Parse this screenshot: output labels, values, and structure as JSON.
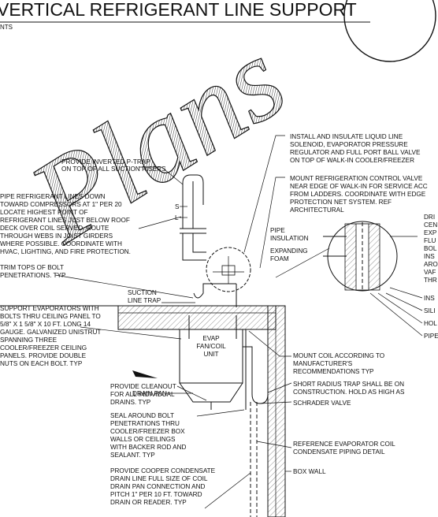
{
  "title": "VERTICAL REFRIGERANT LINE SUPPORT",
  "subtitle": "NTS",
  "watermark": "Plans",
  "labels": {
    "ptrap": [
      "PROVIDE INVERTED P-TRAP",
      "ON TOP OF ALL SUCTION RISERS"
    ],
    "pipe_lines": [
      "PIPE REFRIGERANT LINES DOWN",
      "TOWARD COMPRESSORS AT 1\" PER 20",
      "LOCATE HIGHEST POINT OF",
      "REFRIGERANT LINES JUST BELOW ROOF",
      "DECK OVER COIL SERVED. ROUTE",
      "THROUGH WEBS IN JOIST GIRDERS",
      "WHERE POSSIBLE. COORDINATE WITH",
      "HVAC, LIGHTING, AND FIRE PROTECTION."
    ],
    "bolt_tops": [
      "TRIM TOPS OF BOLT",
      "PENETRATIONS. TYP"
    ],
    "support_evap": [
      "SUPPORT EVAPORATORS WITH",
      "BOLTS THRU CEILING PANEL TO",
      "5/8\" X 1 5/8\" X 10 FT. LONG 14",
      "GAUGE. GALVANIZED UNISTRUT",
      "SPANNING THREE",
      "COOLER/FREEZER CEILING",
      "PANELS. PROVIDE DOUBLE",
      "NUTS ON EACH BOLT. TYP"
    ],
    "suction_trap": [
      "SUCTION",
      "LINE TRAP"
    ],
    "line_s": "S",
    "line_l": "L",
    "evap_unit": [
      "EVAP",
      "FAN/COIL",
      "UNIT"
    ],
    "drain_pan": "DRAIN PAN",
    "cleanout": [
      "PROVIDE CLEANOUT",
      "FOR ALL INDIVIDUAL",
      "DRAINS. TYP"
    ],
    "seal_bolt": [
      "SEAL AROUND BOLT",
      "PENETRATIONS THRU",
      "COOLER/FREEZER BOX",
      "WALLS OR CEILINGS",
      "WITH BACKER ROD AND",
      "SEALANT. TYP"
    ],
    "condensate": [
      "PROVIDE COOPER CONDENSATE",
      "DRAIN LINE FULL SIZE OF COIL",
      "DRAIN PAN CONNECTION AND",
      "PITCH 1\" PER 10 FT. TOWARD",
      "DRAIN OR READER. TYP"
    ],
    "install_liquid": [
      "INSTALL AND INSULATE LIQUID LINE",
      "SOLENOID, EVAPORATOR PRESSURE",
      "REGULATOR AND FULL PORT BALL VALVE",
      "ON TOP OF WALK-IN COOLER/FREEZER"
    ],
    "mount_control": [
      "MOUNT REFRIGERATION CONTROL VALVE",
      "NEAR EDGE OF WALK-IN FOR SERVICE ACC",
      "FROM LADDERS. COORDINATE WITH EDGE",
      "PROTECTION NET SYSTEM. REF",
      "ARCHITECTURAL"
    ],
    "pipe_insulation": [
      "PIPE",
      "INSULATION"
    ],
    "expanding_foam": [
      "EXPANDING",
      "FOAM"
    ],
    "right_detail": [
      "DRI",
      "CEN",
      "EXP",
      "FLU",
      "BOL",
      "INS",
      "ARO",
      "VAF",
      "THR"
    ],
    "ins": "INS",
    "sil": "SILI",
    "hol": "HOL",
    "pip": "PIPE",
    "mount_coil": [
      "MOUNT COIL ACCORDING TO",
      "MANUFACTURER'S",
      "RECOMMENDATIONS TYP"
    ],
    "short_radius": [
      "SHORT RADIUS TRAP SHALL BE ON",
      "CONSTRUCTION. HOLD AS HIGH AS"
    ],
    "schrader": "SCHRADER VALVE",
    "reference_evap": [
      "REFERENCE EVAPORATOR COIL",
      "CONDENSATE PIPING DETAIL"
    ],
    "box_wall": "BOX WALL"
  }
}
